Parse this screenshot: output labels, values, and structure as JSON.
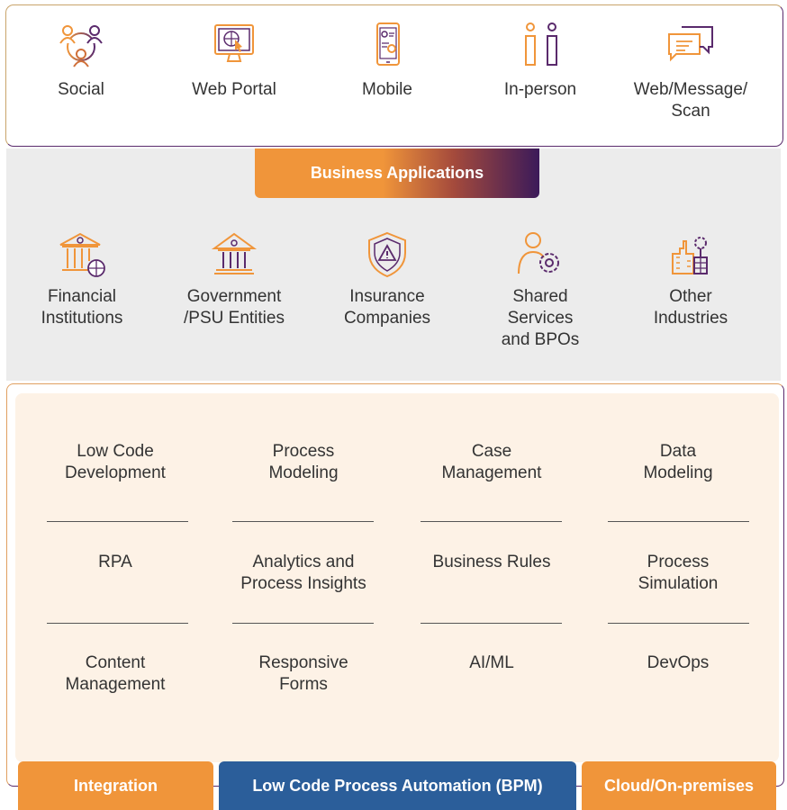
{
  "channels": [
    {
      "label": "Social",
      "icon": "social-users-icon"
    },
    {
      "label": "Web Portal",
      "icon": "web-portal-icon"
    },
    {
      "label": "Mobile",
      "icon": "mobile-icon"
    },
    {
      "label": "In-person",
      "icon": "in-person-icon"
    },
    {
      "label": "Web/Message/\nScan",
      "icon": "message-icon"
    }
  ],
  "business": {
    "title": "Business Applications",
    "industries": [
      {
        "label": "Financial\nInstitutions",
        "icon": "bank-icon"
      },
      {
        "label": "Government\n/PSU Entities",
        "icon": "government-building-icon"
      },
      {
        "label": "Insurance\nCompanies",
        "icon": "shield-warning-icon"
      },
      {
        "label": "Shared\nServices\nand BPOs",
        "icon": "person-gear-icon"
      },
      {
        "label": "Other\nIndustries",
        "icon": "factory-icon"
      }
    ]
  },
  "capabilities": [
    [
      "Low Code\nDevelopment",
      "Process\nModeling",
      "Case\nManagement",
      "Data\nModeling"
    ],
    [
      "RPA",
      "Analytics and\nProcess Insights",
      "Business Rules",
      "Process\nSimulation"
    ],
    [
      "Content\nManagement",
      "Responsive\nForms",
      "AI/ML",
      "DevOps"
    ]
  ],
  "footer": {
    "integration": "Integration",
    "bpm": "Low Code Process Automation (BPM)",
    "cloud": "Cloud/On-premises"
  },
  "colors": {
    "orange": "#f0953a",
    "purple": "#5a2a6c",
    "blue": "#2b5e9a",
    "gray_bg": "#ececec",
    "panel_bg": "#fdf2e6"
  }
}
